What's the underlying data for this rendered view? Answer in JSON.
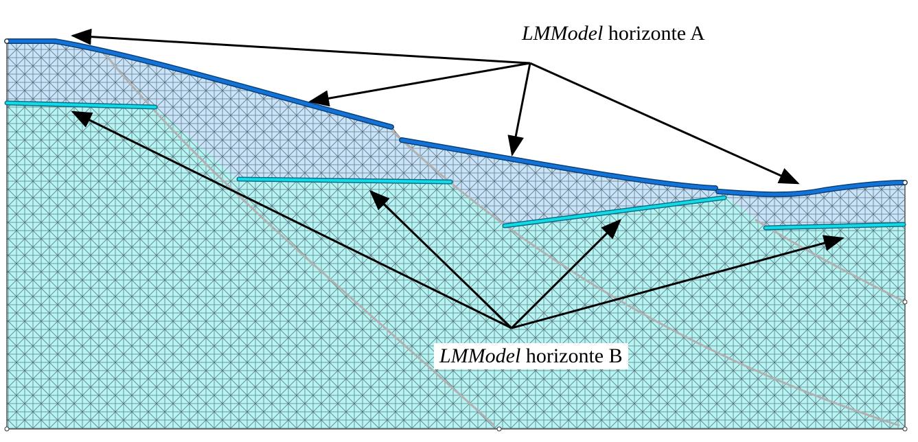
{
  "labels": {
    "a": {
      "italic": "LMModel",
      "rest": " horizonte A"
    },
    "b": {
      "italic": "LMModel",
      "rest": " horizonte B"
    }
  },
  "colors": {
    "upper_region_fill": "#c9e4f9",
    "lower_region_fill": "#b6f4f4",
    "mesh_line": "#2f4048",
    "boundary_line": "#b0b0b0",
    "horizon_a": "#1473d6",
    "horizon_a_edge": "#0a3f7a",
    "horizon_b": "#12dbe8",
    "horizon_b_edge": "#0a6f86",
    "arrow": "#000000"
  }
}
